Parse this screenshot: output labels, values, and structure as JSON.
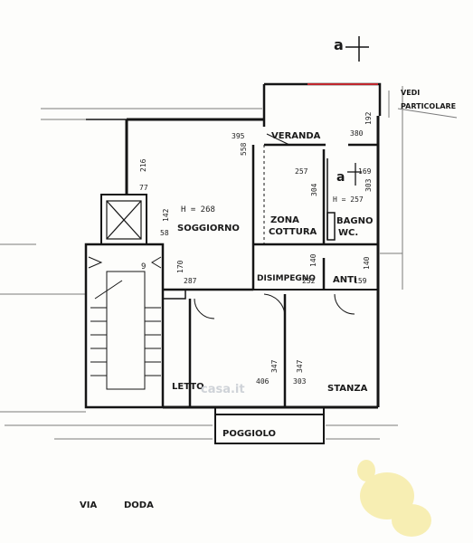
{
  "section_marker": "a",
  "section_marker_inner": "a",
  "note": {
    "line1": "VEDI",
    "line2": "PARTICOLARE"
  },
  "street": {
    "word1": "VIA",
    "word2": "DODA"
  },
  "watermark": "casa.it",
  "rooms": {
    "veranda": "VERANDA",
    "soggiorno": "SOGGIORNO",
    "zona_cottura_1": "ZONA",
    "zona_cottura_2": "COTTURA",
    "bagno_1": "BAGNO",
    "bagno_2": "WC.",
    "disimpegno": "DISIMPEGNO",
    "anti": "ANTI",
    "letto": "LETTO",
    "stanza": "STANZA",
    "poggiolo": "POGGIOLO"
  },
  "heights": {
    "main": "H = 268",
    "bath": "H = 257"
  },
  "dimensions": {
    "d395": "395",
    "d558": "558",
    "d380": "380",
    "d192": "192",
    "d216": "216",
    "d77": "77",
    "d142": "142",
    "d58": "58",
    "d257": "257",
    "d304": "304",
    "d169": "169",
    "d303a": "303",
    "d170": "170",
    "d287": "287",
    "d140a": "140",
    "d252": "252",
    "d140b": "140",
    "d159": "159",
    "d347a": "347",
    "d347b": "347",
    "d406": "406",
    "d303b": "303",
    "d9": "9"
  },
  "colors": {
    "ink": "#151515",
    "accent_red": "#c0272d",
    "stain": "#f3e27a"
  }
}
